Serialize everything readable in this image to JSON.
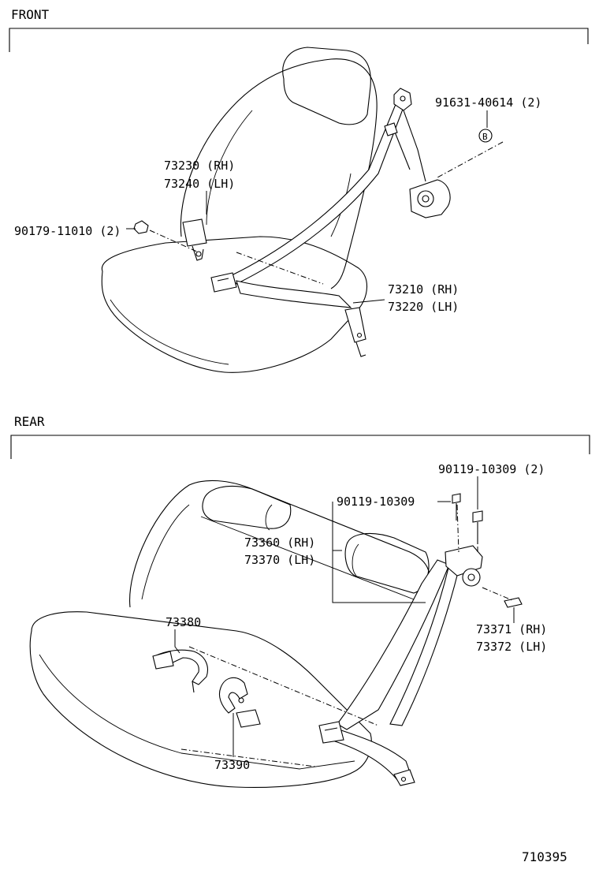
{
  "sections": {
    "front": {
      "title": "FRONT"
    },
    "rear": {
      "title": "REAR"
    }
  },
  "front_parts": {
    "p1": "91631-40614 (2)",
    "p2a": "73230 (RH)",
    "p2b": "73240 (LH)",
    "p3": "90179-11010 (2)",
    "p4a": "73210 (RH)",
    "p4b": "73220 (LH)"
  },
  "rear_parts": {
    "p1": "90119-10309 (2)",
    "p2": "90119-10309",
    "p3a": "73360 (RH)",
    "p3b": "73370 (LH)",
    "p4a": "73371 (RH)",
    "p4b": "73372 (LH)",
    "p5": "73380",
    "p6": "73390"
  },
  "callout_marker": "B",
  "drawing_number": "710395"
}
